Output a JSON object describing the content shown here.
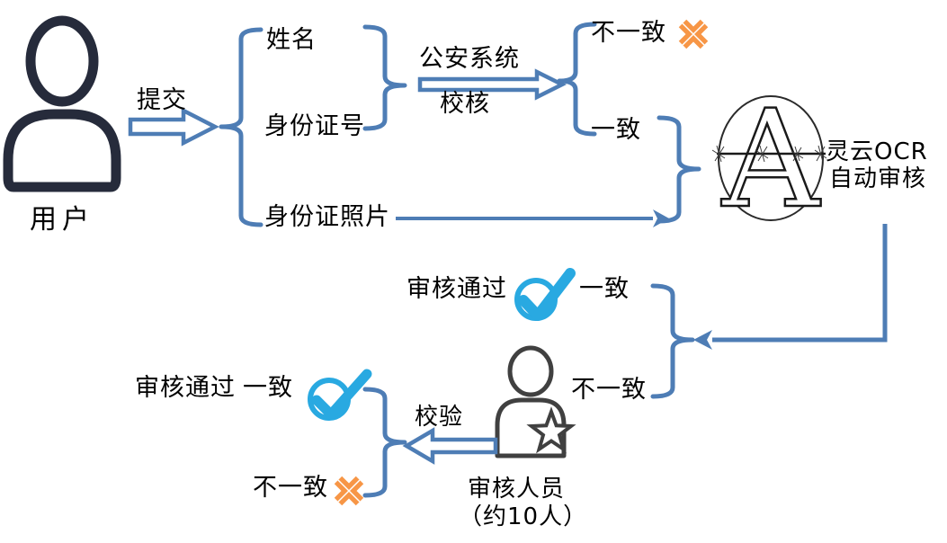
{
  "colors": {
    "flow_blue": "#4E7DB5",
    "check_cyan": "#29A9E1",
    "cross_orange": "#F79646",
    "user_icon_dark": "#262B3B",
    "reviewer_icon_gray": "#404040",
    "text": "#000000"
  },
  "user": {
    "label": "用户"
  },
  "submit_arrow": {
    "label": "提交"
  },
  "fields": {
    "name": "姓名",
    "id_number": "身份证号",
    "id_photo": "身份证照片"
  },
  "police_check_arrow": {
    "line1": "公安系统",
    "line2": "校核"
  },
  "police_result": {
    "mismatch": "不一致",
    "match": "一致"
  },
  "ocr": {
    "line1": "灵云OCR",
    "line2": "自动审核",
    "logo_letter": "A"
  },
  "ocr_result": {
    "pass": "审核通过",
    "match": "一致",
    "mismatch": "不一致"
  },
  "verify_arrow": {
    "label": "校验"
  },
  "reviewer": {
    "line1": "审核人员",
    "line2": "（约10人）"
  },
  "manual_result": {
    "pass": "审核通过",
    "match": "一致",
    "mismatch": "不一致"
  },
  "icons": {
    "user": "user-icon",
    "reviewer": "reviewer-star-icon",
    "ocr_logo": "ocr-logo-icon",
    "pass_check": "check-circle-icon",
    "fail_cross": "cross-icon"
  }
}
